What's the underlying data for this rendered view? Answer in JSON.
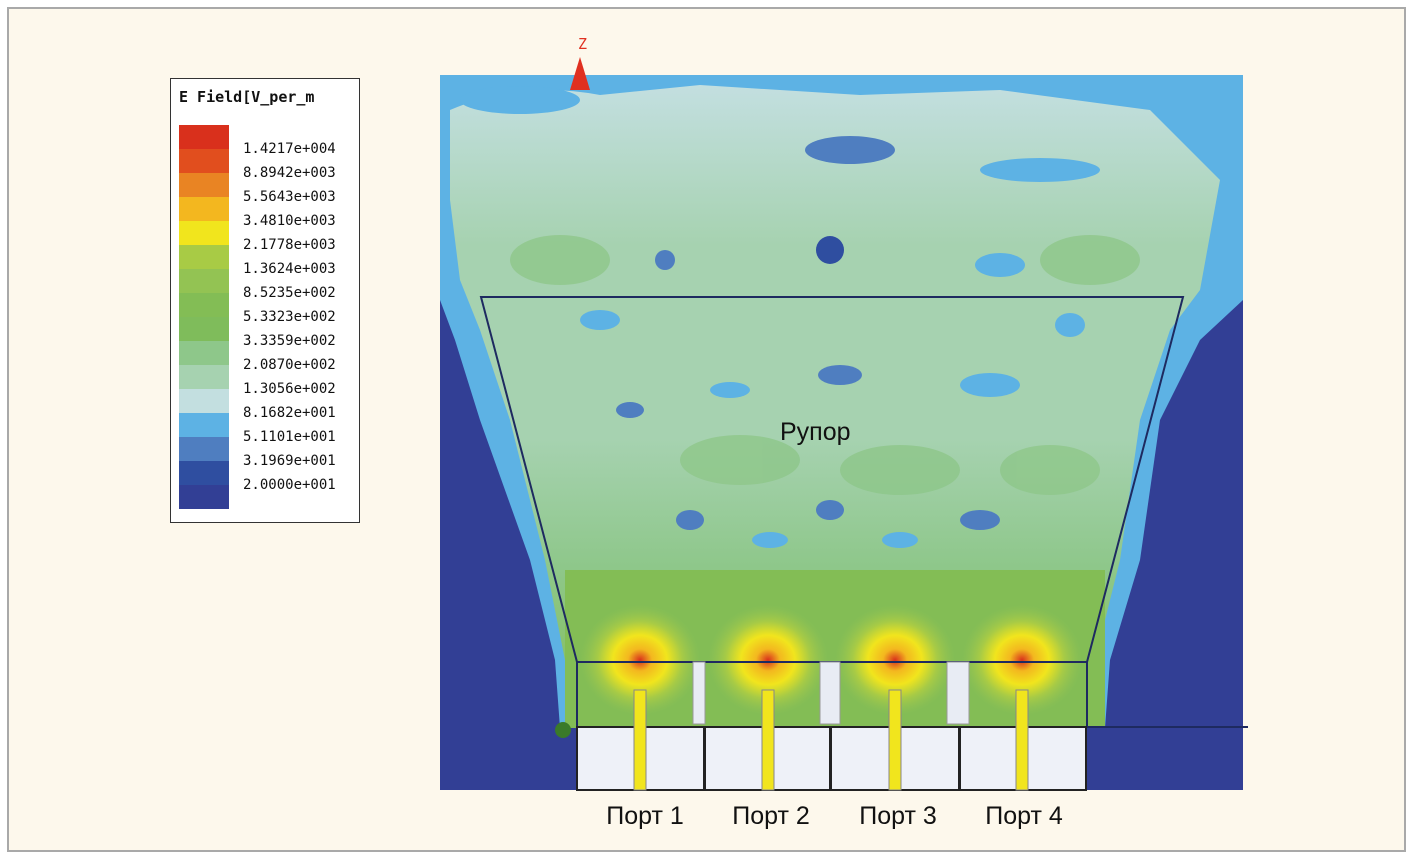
{
  "legend": {
    "title": "E Field[V_per_m",
    "colors": [
      "#d9301c",
      "#e14e1e",
      "#e98423",
      "#f3b71f",
      "#f1e51d",
      "#a8cb45",
      "#93c353",
      "#83bd55",
      "#7fbc5b",
      "#8ec78a",
      "#a6d2b0",
      "#c3dfe0",
      "#5db2e4",
      "#4f7ec0",
      "#2f4ea0",
      "#323f95"
    ],
    "values": [
      "1.4217e+004",
      "8.8942e+003",
      "5.5643e+003",
      "3.4810e+003",
      "2.1778e+003",
      "1.3624e+003",
      "8.5235e+002",
      "5.3323e+002",
      "3.3359e+002",
      "2.0870e+002",
      "1.3056e+002",
      "8.1682e+001",
      "5.1101e+001",
      "3.1969e+001",
      "2.0000e+001"
    ]
  },
  "plot": {
    "axis_label": "Z",
    "horn_label": "Рупор",
    "ports": [
      "Порт 1",
      "Порт 2",
      "Порт 3",
      "Порт 4"
    ]
  }
}
